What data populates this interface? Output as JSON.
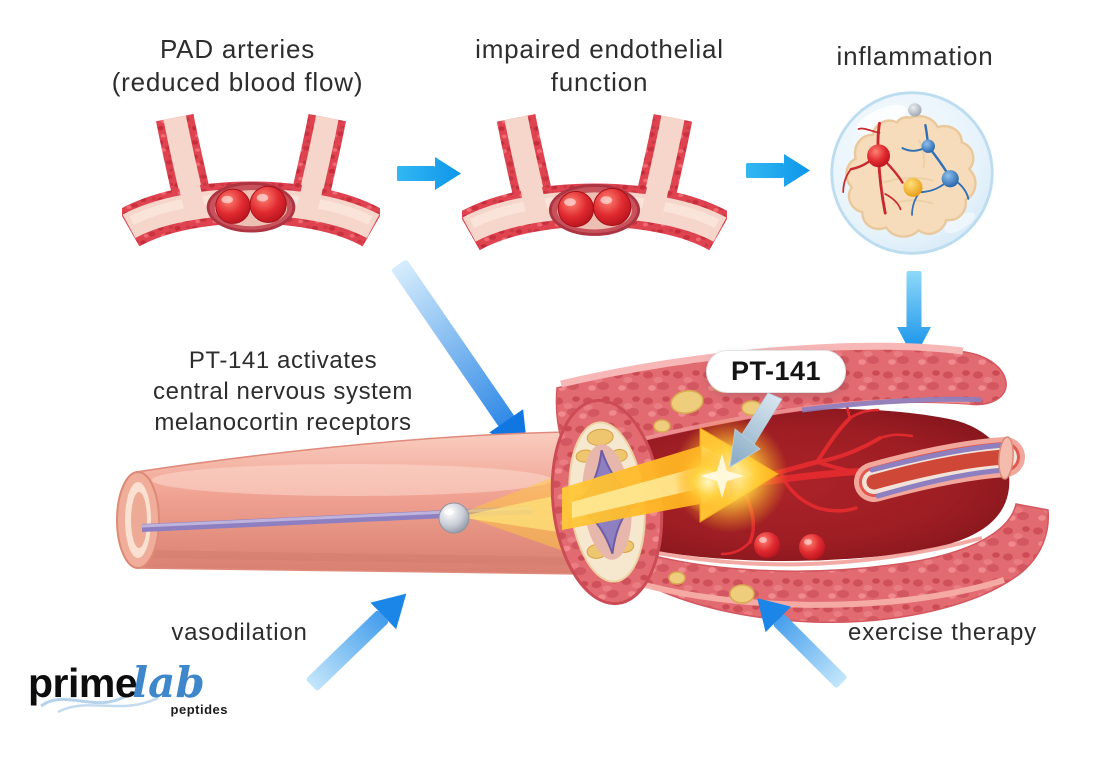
{
  "steps": [
    {
      "line1": "PAD arteries",
      "line2": "(reduced blood flow)"
    },
    {
      "line1": "impaired endothelial",
      "line2": "function"
    },
    {
      "line1": "inflammation",
      "line2": ""
    }
  ],
  "center": {
    "cns_line1": "PT-141 activates",
    "cns_line2": "central nervous system",
    "cns_line3": "melanocortin receptors",
    "badge_label": "PT-141"
  },
  "bottom": {
    "left_label": "vasodilation",
    "right_label": "exercise therapy"
  },
  "logo": {
    "word1": "prime",
    "word2": "lab",
    "tagline": "peptides"
  },
  "colors": {
    "arrow_blue": "#18a8ee",
    "arrow_blue_dark": "#0d8ce9",
    "arrow_gradient_light": "#cdeafb",
    "label_text": "#2d2d2d",
    "artery_red": "#e04350",
    "vessel_pink": "#f0a292",
    "nerve_purple": "#8d7fc0",
    "glow_yellow": "#ffd23e",
    "logo_blue": "#3e87cb"
  }
}
